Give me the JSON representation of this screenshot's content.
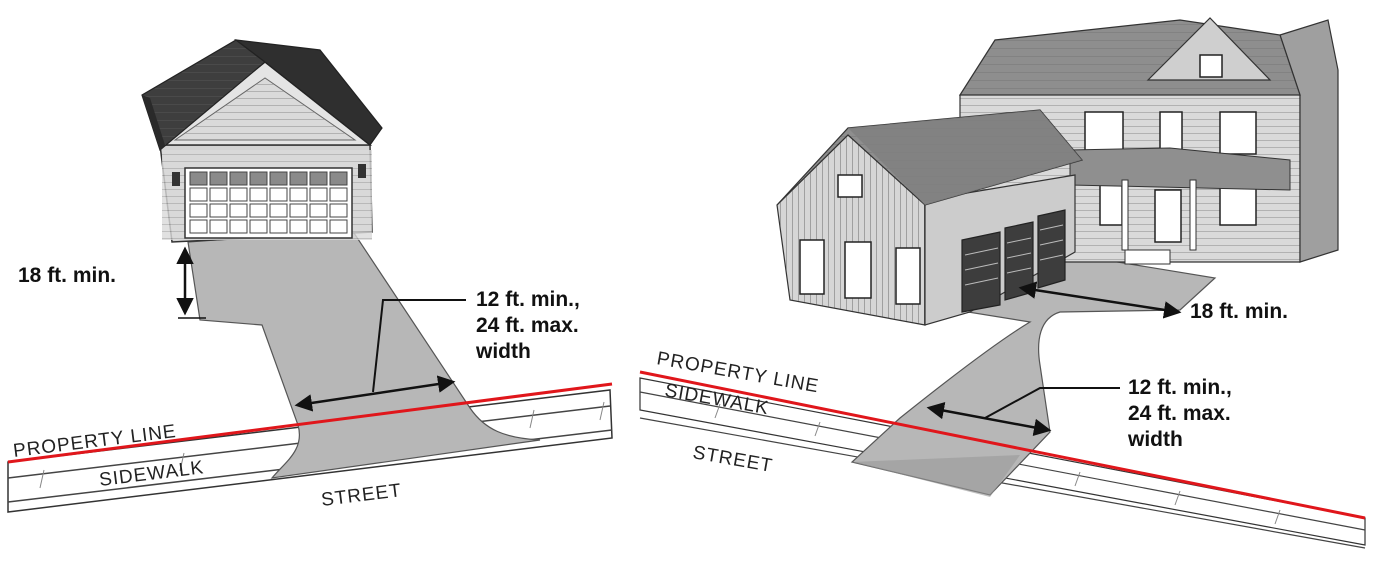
{
  "left_diagram": {
    "setback": "18 ft. min.",
    "width_lines": [
      "12 ft. min.,",
      "24 ft. max.",
      "width"
    ],
    "property_line": "PROPERTY LINE",
    "sidewalk": "SIDEWALK",
    "street": "STREET"
  },
  "right_diagram": {
    "depth": "18 ft. min.",
    "width_lines": [
      "12 ft. min.,",
      "24 ft. max.",
      "width"
    ],
    "property_line": "PROPERTY LINE",
    "sidewalk": "SIDEWALK",
    "street": "STREET"
  },
  "colors": {
    "property_line": "#e0161b",
    "driveway": "#b7b7b7",
    "roof": "#3b3b3b",
    "siding": "#cfcfcf",
    "garage_door": "#ffffff",
    "dimension": "#111111"
  }
}
